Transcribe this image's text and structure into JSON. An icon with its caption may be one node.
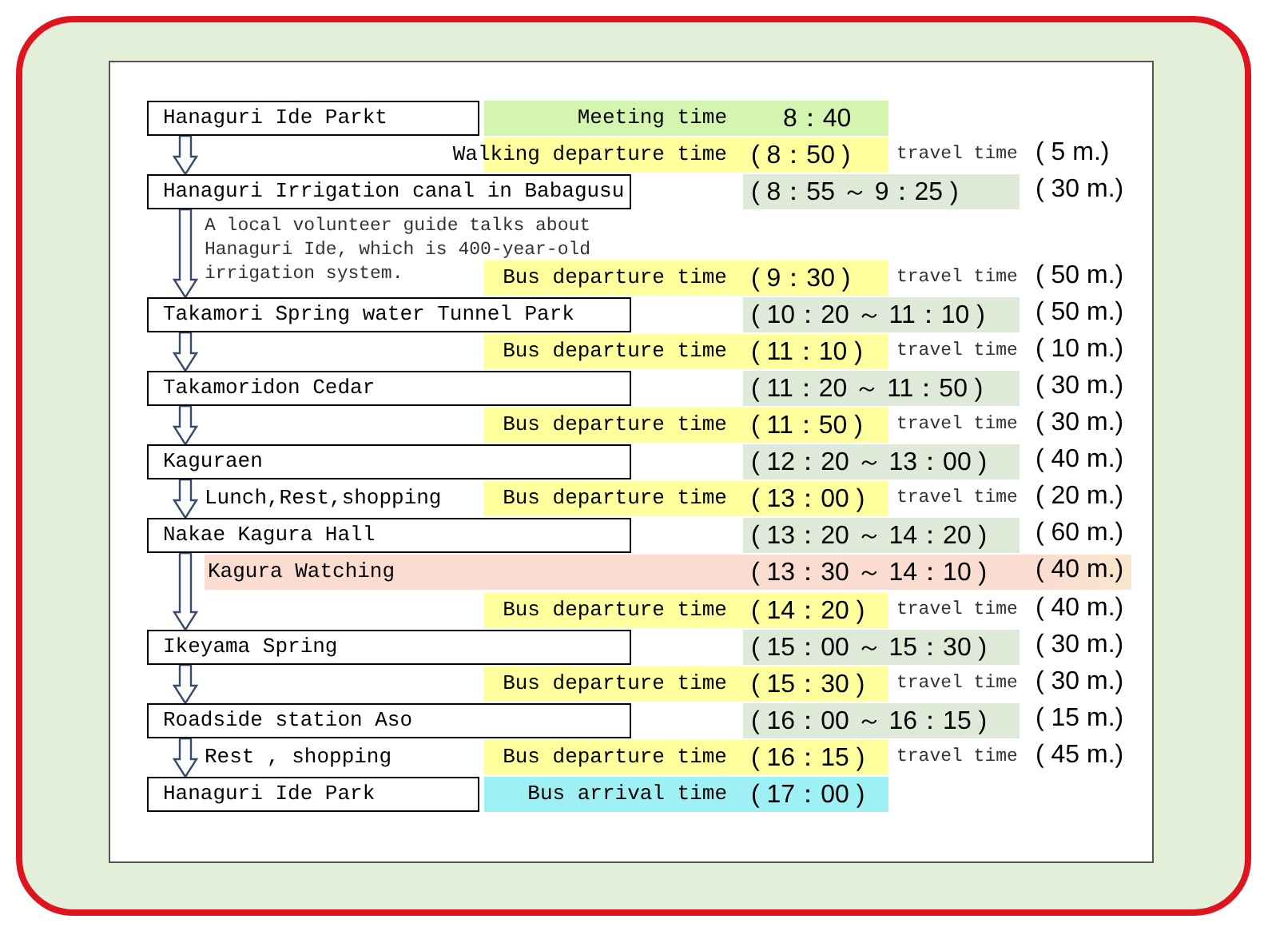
{
  "diagram": {
    "nodes": [
      {
        "text": [
          "Hanaguri Ide Parkt"
        ]
      },
      {
        "text": [
          "Hanaguri Irrigation canal in Babagusu"
        ]
      },
      {
        "text": [
          "Takamori Spring water Tunnel Park"
        ]
      },
      {
        "text": [
          "Takamoridon Cedar"
        ]
      },
      {
        "text": [
          "Kaguraen"
        ]
      },
      {
        "text": [
          "Nakae Kagura Hall"
        ]
      },
      {
        "text": [
          "Kagura Watching",
          "( 13：30 ～ 14：10 )",
          "( 40 m.)"
        ]
      },
      {
        "text": [
          "Ikeyama Spring"
        ]
      },
      {
        "text": [
          "Roadside station Aso"
        ]
      },
      {
        "text": [
          "Hanaguri Ide Park"
        ]
      }
    ],
    "edges": [
      {
        "from": 0,
        "to": 1,
        "arrow": "to"
      },
      {
        "from": 1,
        "to": 2,
        "arrow": "to",
        "label": "A local volunteer guide talks about Hanaguri Ide, which is 400-year-old irrigation system."
      },
      {
        "from": 2,
        "to": 3,
        "arrow": "to"
      },
      {
        "from": 3,
        "to": 4,
        "arrow": "to"
      },
      {
        "from": 4,
        "to": 5,
        "arrow": "to",
        "label": "Lunch,Rest,shopping"
      },
      {
        "from": 5,
        "to": 7,
        "arrow": "to"
      },
      {
        "from": 7,
        "to": 8,
        "arrow": "to"
      },
      {
        "from": 8,
        "to": 9,
        "arrow": "to",
        "label": "Rest , shopping"
      }
    ],
    "labels": [
      "Meeting time",
      "8：40",
      "Walking departure time",
      "( 8：50 )",
      "travel time",
      "( 5 m.)",
      "( 8：55 ～ 9：25 )",
      "( 30 m.)",
      "Bus departure time",
      "( 9：30 )",
      "travel time",
      "( 50 m.)",
      "( 10：20 ～ 11：10 )",
      "( 50 m.)",
      "Bus departure time",
      "( 11：10 )",
      "travel time",
      "( 10 m.)",
      "( 11：20 ～ 11：50 )",
      "( 30 m.)",
      "Bus departure time",
      "( 11：50 )",
      "travel time",
      "( 30 m.)",
      "( 12：20 ～ 13：00 )",
      "( 40 m.)",
      "Bus departure time",
      "( 13：00 )",
      "travel time",
      "( 20 m.)",
      "( 13：20 ～ 14：20 )",
      "( 60 m.)",
      "Bus departure time",
      "( 14：20 )",
      "travel time",
      "( 40 m.)",
      "( 15：00 ～ 15：30 )",
      "( 30 m.)",
      "Bus departure time",
      "( 15：30 )",
      "travel time",
      "( 30 m.)",
      "( 16：00 ～ 16：15 )",
      "( 15 m.)",
      "Bus departure time",
      "( 16：15 )",
      "travel time",
      "( 45 m.)",
      "Bus arrival time",
      "( 17：00 )"
    ]
  }
}
